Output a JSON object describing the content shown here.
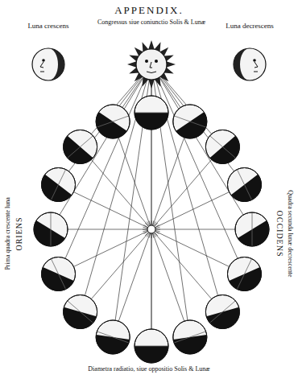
{
  "diagram": {
    "title": "APPENDIX.",
    "labels": [
      "Luna crescens",
      "Congressus siue coniunctio Solis & Lunæ",
      "Luna decrescens",
      "Prima quadra crescente luna",
      "ORIENS",
      "OCCIDENS",
      "Quadra secunda lunæ decrescente",
      "Diametra radiatio, siue oppositio Solis & Lunæ"
    ]
  }
}
